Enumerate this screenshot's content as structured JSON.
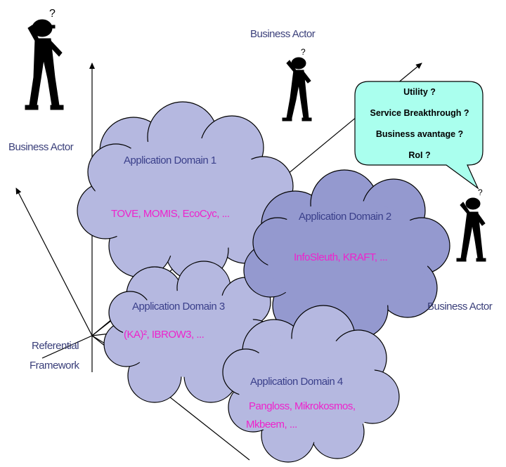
{
  "actors": [
    {
      "label": "Business Actor"
    },
    {
      "label": "Business Actor"
    },
    {
      "label": "Business Actor"
    }
  ],
  "domains": [
    {
      "title": "Application Domain 1",
      "items": "TOVE, MOMIS, EcoCyc, ..."
    },
    {
      "title": "Application Domain 2",
      "items": "InfoSleuth, KRAFT, ..."
    },
    {
      "title": "Application Domain 3",
      "items": "(KA)², IBROW3, ..."
    },
    {
      "title": "Application Domain 4",
      "items_line1": "Pangloss, Mikrokosmos,",
      "items_line2": "Mkbeem, ..."
    }
  ],
  "referential": {
    "line1": "Referential",
    "line2": "Framework"
  },
  "questions": [
    "Utility ?",
    "Service Breakthrough ?",
    "Business avantage ?",
    "RoI ?"
  ],
  "colors": {
    "cloud_light": "#b5b8e0",
    "cloud_dark": "#9499cf",
    "bubble": "#aaffee",
    "label_blue": "#3a3f7a",
    "items_magenta": "#ee22cc"
  }
}
